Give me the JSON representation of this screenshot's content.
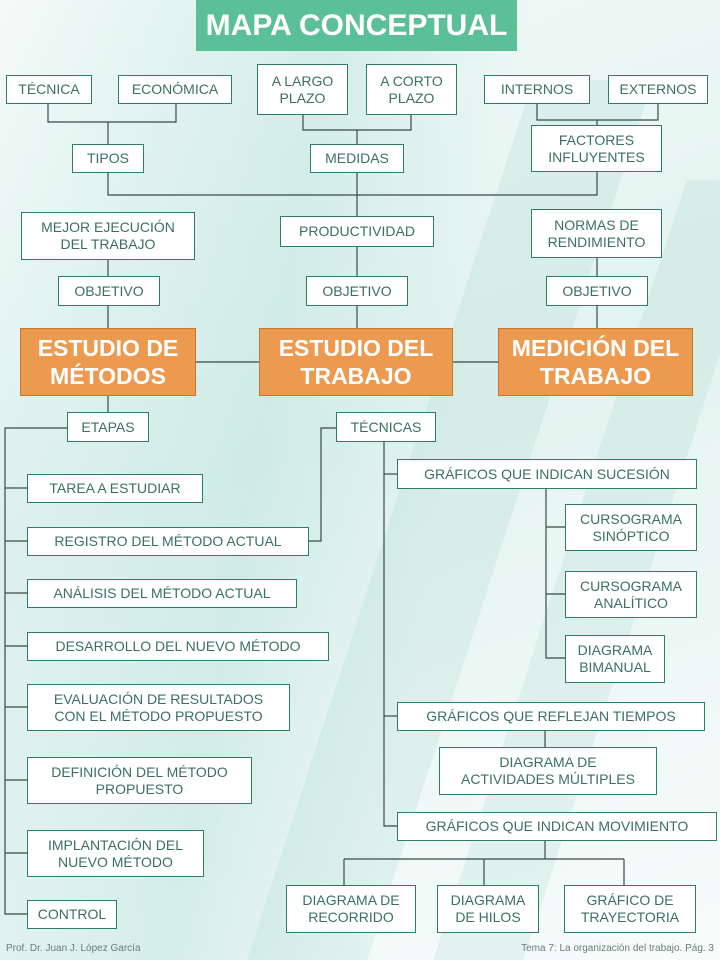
{
  "title": "MAPA CONCEPTUAL",
  "main_nodes": {
    "estudio_metodos": "ESTUDIO DE\nMÉTODOS",
    "estudio_trabajo": "ESTUDIO DEL\nTRABAJO",
    "medicion_trabajo": "MEDICIÓN DEL\nTRABAJO"
  },
  "top": {
    "tecnica": "TÉCNICA",
    "economica": "ECONÓMICA",
    "a_largo_plazo": "A LARGO\nPLAZO",
    "a_corto_plazo": "A CORTO\nPLAZO",
    "internos": "INTERNOS",
    "externos": "EXTERNOS",
    "tipos": "TIPOS",
    "medidas": "MEDIDAS",
    "factores_influyentes": "FACTORES\nINFLUYENTES",
    "mejor_ejecucion": "MEJOR EJECUCIÓN\nDEL TRABAJO",
    "productividad": "PRODUCTIVIDAD",
    "normas_rendimiento": "NORMAS DE\nRENDIMIENTO",
    "objetivo_left": "OBJETIVO",
    "objetivo_center": "OBJETIVO",
    "objetivo_right": "OBJETIVO"
  },
  "etapas": {
    "label": "ETAPAS",
    "items": [
      "TAREA A ESTUDIAR",
      "REGISTRO DEL MÉTODO ACTUAL",
      "ANÁLISIS DEL MÉTODO ACTUAL",
      "DESARROLLO DEL NUEVO MÉTODO",
      "EVALUACIÓN DE RESULTADOS\nCON EL MÉTODO PROPUESTO",
      "DEFINICIÓN DEL MÉTODO\nPROPUESTO",
      "IMPLANTACIÓN DEL\nNUEVO MÉTODO",
      "CONTROL"
    ]
  },
  "tecnicas": {
    "label": "TÉCNICAS",
    "sucesion": "GRÁFICOS QUE INDICAN SUCESIÓN",
    "cursograma_sinoptico": "CURSOGRAMA\nSINÓPTICO",
    "cursograma_analitico": "CURSOGRAMA\nANALÍTICO",
    "diagrama_bimanual": "DIAGRAMA\nBIMANUAL",
    "tiempos": "GRÁFICOS QUE REFLEJAN TIEMPOS",
    "actividades_multiples": "DIAGRAMA DE\nACTIVIDADES MÚLTIPLES",
    "movimiento": "GRÁFICOS QUE INDICAN MOVIMIENTO",
    "diagrama_recorrido": "DIAGRAMA DE\nRECORRIDO",
    "diagrama_hilos": "DIAGRAMA\nDE HILOS",
    "grafico_trayectoria": "GRÁFICO DE\nTRAYECTORIA"
  },
  "footer": {
    "left": "Prof. Dr. Juan J. López García",
    "right": "Tema 7: La organización del trabajo. Pág. 3"
  },
  "colors": {
    "title_bg": "#5bbf97",
    "main_bg": "#ec9a4f",
    "node_border": "#2e7d6b",
    "node_text": "#3b6f66",
    "line": "#3a4a47"
  }
}
